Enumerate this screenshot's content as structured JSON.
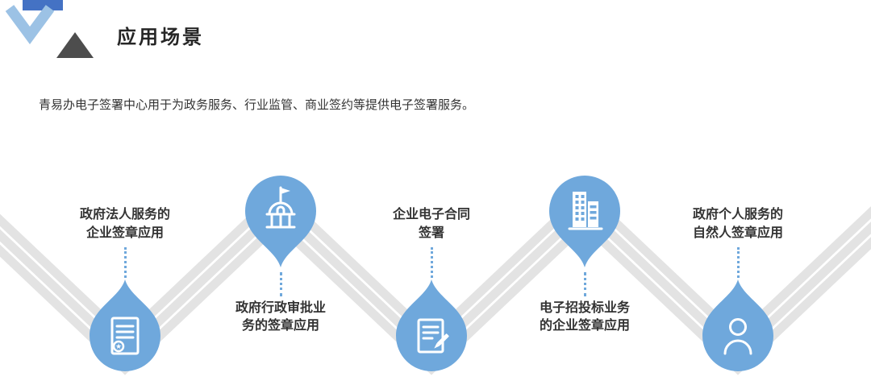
{
  "header": {
    "title": "应用场景"
  },
  "intro": "青易办电子签署中心用于为政务服务、行业监管、商业签约等提供电子签署服务。",
  "colors": {
    "accent_blue": "#6FA8DC",
    "ribbon_gray": "#E3E3E3",
    "deco_square_blue": "#4472C4",
    "deco_chevron_blue": "#9CC2E5",
    "deco_triangle_gray": "#4D4D4D",
    "text_dark": "#333333"
  },
  "nodes": [
    {
      "label": "政府法人服务的\n企业签章应用",
      "icon": "certificate-seal-icon",
      "position": "bottom"
    },
    {
      "label": "政府行政审批业\n务的签章应用",
      "icon": "government-building-icon",
      "position": "top"
    },
    {
      "label": "企业电子合同\n签署",
      "icon": "contract-signing-icon",
      "position": "bottom"
    },
    {
      "label": "电子招投标业务\n的企业签章应用",
      "icon": "office-building-icon",
      "position": "top"
    },
    {
      "label": "政府个人服务的\n自然人签章应用",
      "icon": "person-icon",
      "position": "bottom"
    }
  ]
}
